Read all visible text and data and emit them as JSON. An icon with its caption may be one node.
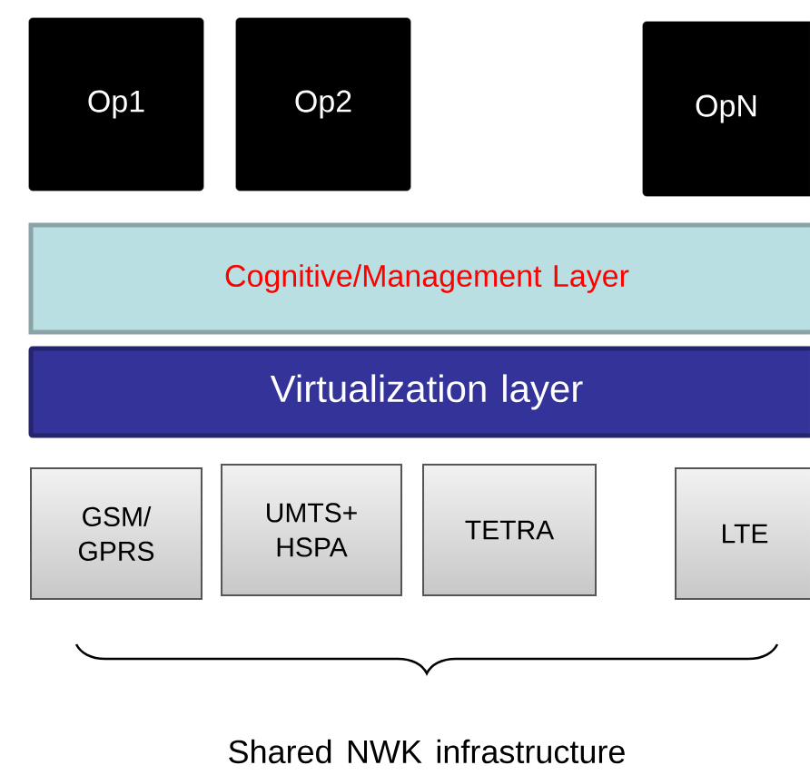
{
  "diagram": {
    "nodes": [
      {
        "text": [
          "Op1"
        ]
      },
      {
        "text": [
          "Op2"
        ]
      },
      {
        "text": [
          "OpN"
        ]
      },
      {
        "text": [
          "Cognitive/Management Layer"
        ]
      },
      {
        "text": [
          "Virtualization layer"
        ]
      },
      {
        "text": [
          "GSM/ GPRS"
        ]
      },
      {
        "text": [
          "UMTS+ HSPA"
        ]
      },
      {
        "text": [
          "TETRA"
        ]
      },
      {
        "text": [
          "LTE"
        ]
      }
    ],
    "labels": [
      "Shared NWK infrastructure"
    ]
  }
}
